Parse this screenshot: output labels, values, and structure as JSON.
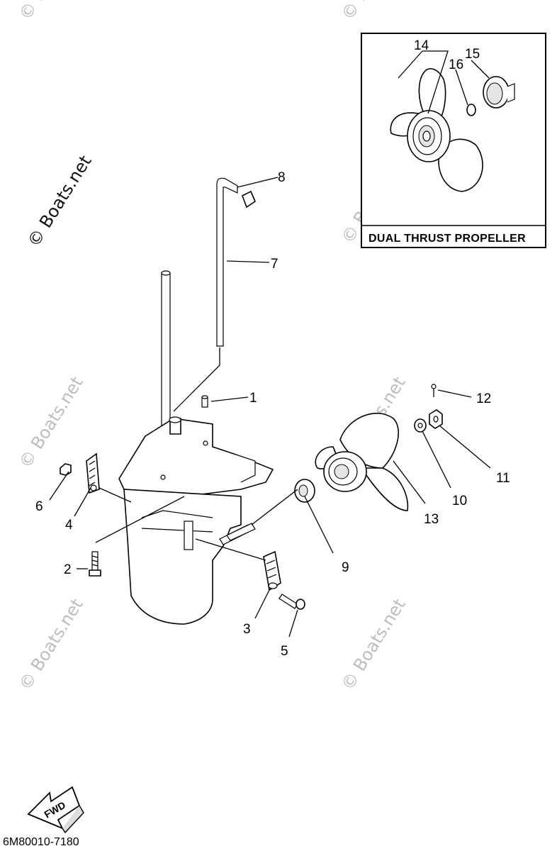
{
  "watermark_text": "© Boats.net",
  "inset_caption": "DUAL THRUST PROPELLER",
  "fwd_label": "FWD",
  "part_code": "6M80010-7180",
  "callouts": {
    "c1": "1",
    "c2": "2",
    "c3": "3",
    "c4": "4",
    "c5": "5",
    "c6": "6",
    "c7": "7",
    "c8": "8",
    "c9": "9",
    "c10": "10",
    "c11": "11",
    "c12": "12",
    "c13": "13",
    "c14": "14",
    "c15": "15",
    "c16": "16"
  }
}
